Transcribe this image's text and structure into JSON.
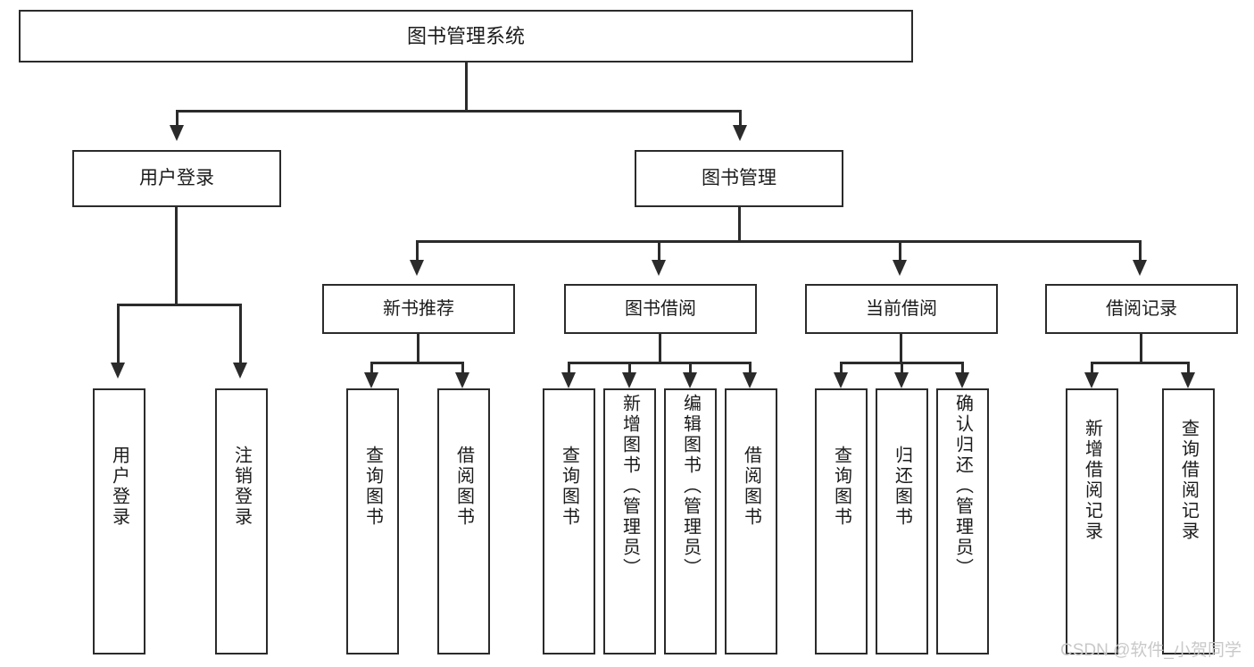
{
  "diagram": {
    "type": "tree",
    "title": "图书管理系统",
    "root": {
      "label": "图书管理系统"
    },
    "level1": [
      {
        "label": "用户登录"
      },
      {
        "label": "图书管理"
      }
    ],
    "level2": [
      {
        "label": "新书推荐"
      },
      {
        "label": "图书借阅"
      },
      {
        "label": "当前借阅"
      },
      {
        "label": "借阅记录"
      }
    ],
    "leaves": {
      "user_login": [
        {
          "label": "用户登录"
        },
        {
          "label": "注销登录"
        }
      ],
      "new_book_recommend": [
        {
          "label": "查询图书"
        },
        {
          "label": "借阅图书"
        }
      ],
      "book_borrow": [
        {
          "label": "查询图书"
        },
        {
          "label": "新增图书（管理员）"
        },
        {
          "label": "编辑图书（管理员）"
        },
        {
          "label": "借阅图书"
        }
      ],
      "current_borrow": [
        {
          "label": "查询图书"
        },
        {
          "label": "归还图书"
        },
        {
          "label": "确认归还（管理员）"
        }
      ],
      "borrow_record": [
        {
          "label": "新增借阅记录"
        },
        {
          "label": "查询借阅记录"
        }
      ]
    }
  },
  "watermark": {
    "text": "CSDN @软件_小贺同学"
  },
  "colors": {
    "stroke": "#2b2b2b",
    "fill": "#ffffff",
    "text": "#1b1b1b",
    "watermark": "#c9c9c9"
  }
}
